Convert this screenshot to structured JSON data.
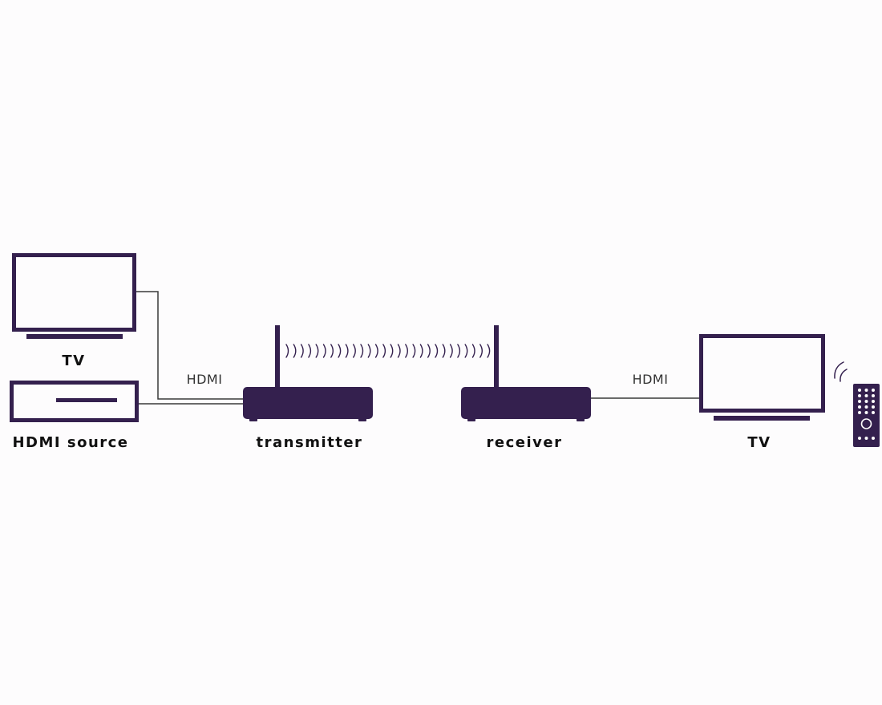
{
  "colors": {
    "device": "#34204e",
    "outline": "#34204e",
    "cable": "#3a3a3a",
    "label": "#111111",
    "background": "#fdfcfd"
  },
  "labels": {
    "tv_left": "TV",
    "hdmi_source": "HDMI source",
    "transmitter": "transmitter",
    "receiver": "receiver",
    "tv_right": "TV"
  },
  "cables": {
    "left": "HDMI",
    "right": "HDMI"
  },
  "icons": {
    "tv_left": "tv-icon",
    "hdmi_source": "set-top-box-icon",
    "transmitter": "wireless-transmitter-icon",
    "receiver": "wireless-receiver-icon",
    "tv_right": "tv-icon",
    "remote": "remote-control-icon",
    "wireless_link": "wireless-signal-icon"
  }
}
